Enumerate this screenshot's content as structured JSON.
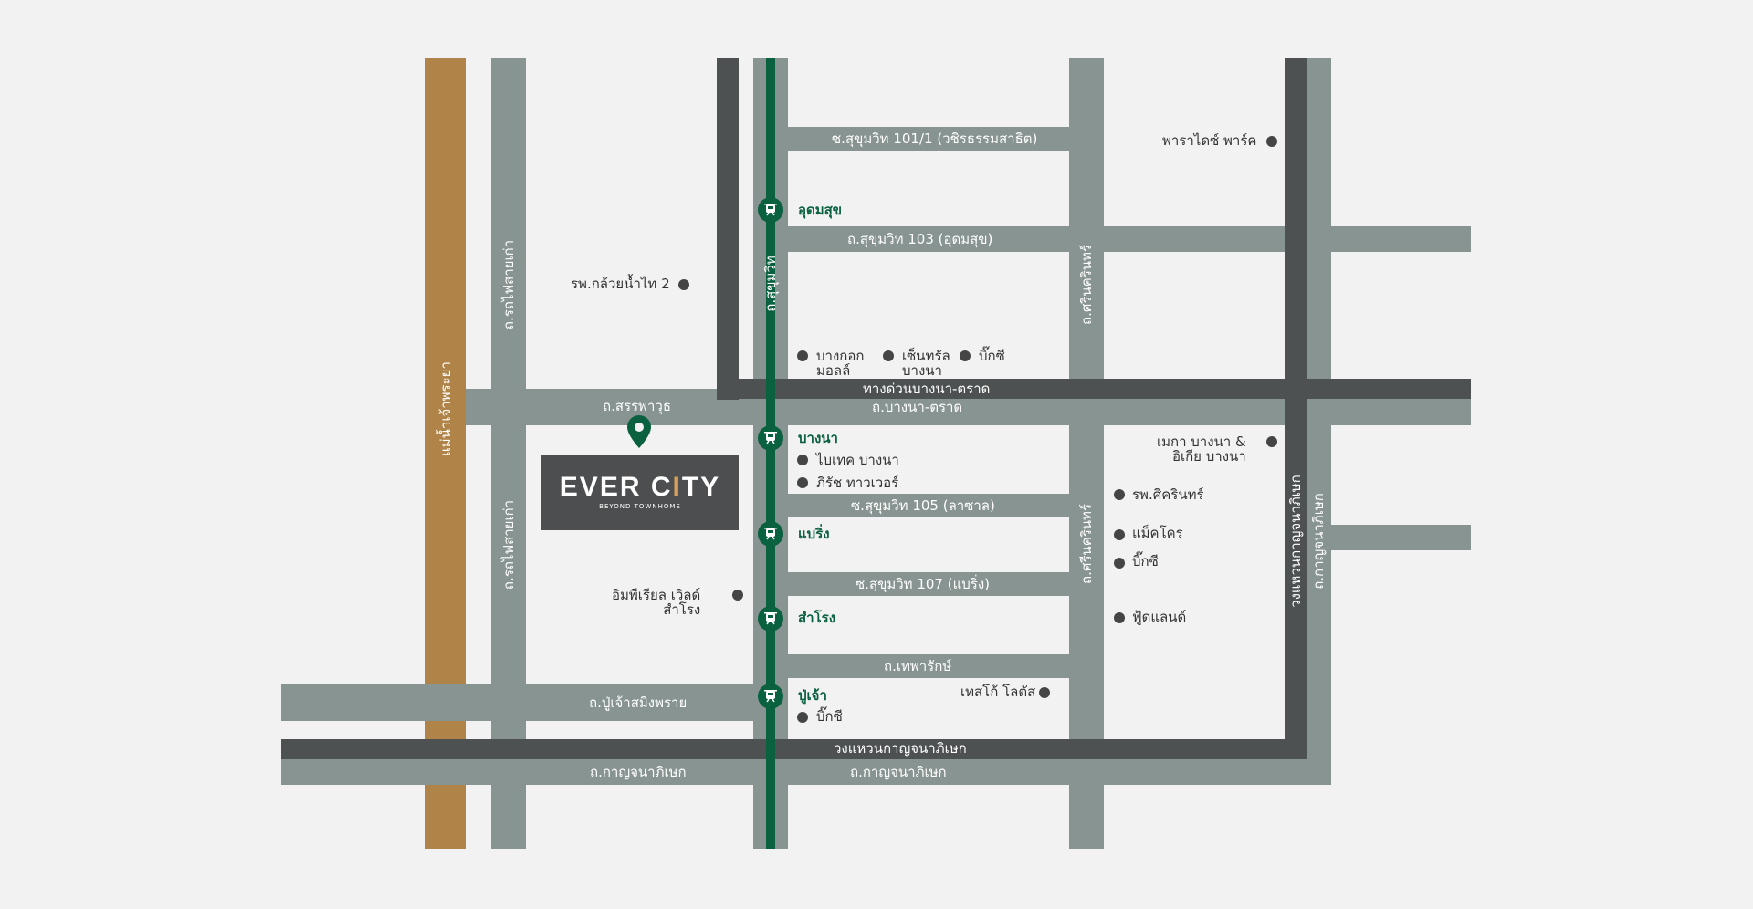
{
  "colors": {
    "background": "#f1f2f1",
    "river": "#b08449",
    "road": "#879491",
    "expressway": "#4d5152",
    "bts_line": "#0a6140",
    "poi_dot": "#454545"
  },
  "roads": {
    "river": "แม่น้ำเจ้าพระยา",
    "rotfai_upper": "ถ.รถไฟสายเก่า",
    "rotfai_lower": "ถ.รถไฟสายเก่า",
    "sukhumvit": "ถ.สุขุมวิท",
    "soi_101_1": "ซ.สุขุมวิท 101/1 (วชิรธรรมสาธิต)",
    "soi_103": "ถ.สุขุมวิท 103 (อุดมสุข)",
    "srinakarin_upper": "ถ.ศรีนครินทร์",
    "srinakarin_lower": "ถ.ศรีนครินทร์",
    "expressway": "ทางด่วนบางนา-ตราด",
    "sanphawut": "ถ.สรรพาวุธ",
    "bangna_trat": "ถ.บางนา-ตราด",
    "soi_105": "ซ.สุขุมวิท 105 (ลาซาล)",
    "soi_107": "ซ.สุขุมวิท 107 (แบริ่ง)",
    "theparak": "ถ.เทพารักษ์",
    "pu_chao": "ถ.ปู่เจ้าสมิงพราย",
    "ring_road": "วงแหวนกาญจนาภิเษก",
    "kanchana_left": "ถ.กาญจนาภิเษก",
    "kanchana_right": "ถ.กาญจนาภิเษก",
    "ring_vertical": "วงแหวนกาญจนาภิเษก",
    "kanchana_vertical": "ถ.กาญจนาภิเษก"
  },
  "stations": {
    "udomsuk": "อุดมสุข",
    "bangna": "บางนา",
    "bearing": "แบริ่ง",
    "samrong": "สำโรง",
    "puchao": "ปู่เจ้า"
  },
  "pois": {
    "paradise": "พาราไดซ์ พาร์ค",
    "kluaynamthai": "รพ.กล้วยน้ำไท 2",
    "bangkok_mall": "บางกอก\nมอลล์",
    "central": "เซ็นทรัล\nบางนา",
    "bigc_1": "บิ๊กซี",
    "mega": "เมกา บางนา &\nอิเกีย บางนา",
    "bitec": "ไบเทค บางนา",
    "bhiraj": "ภิรัช ทาวเวอร์",
    "srinakarin_hosp": "รพ.ศิครินทร์",
    "makro": "แม็คโคร",
    "bigc_2": "บิ๊กซี",
    "imperial": "อิมพีเรียล เวิลด์\nสำโรง",
    "foodland": "ฟู้ดแลนด์",
    "tesco": "เทสโก้ โลตัส",
    "bigc_3": "บิ๊กซี"
  },
  "logo": {
    "brand_left": "EVER C",
    "brand_i": "I",
    "brand_right": "TY",
    "tagline": "BEYOND TOWNHOME"
  },
  "icons": {
    "station": "train-icon",
    "location": "map-pin-icon"
  }
}
